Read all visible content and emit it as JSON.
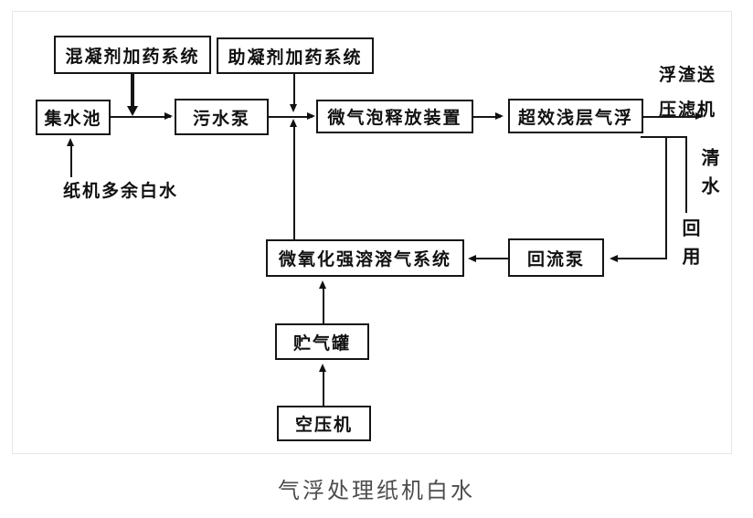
{
  "diagram": {
    "caption": "气浮处理纸机白水",
    "nodes": {
      "coagulant_dosing": {
        "label": "混凝剂加药系统"
      },
      "coagulant_aid_dosing": {
        "label": "助凝剂加药系统"
      },
      "collection_pool": {
        "label": "集水池"
      },
      "sewage_pump": {
        "label": "污水泵"
      },
      "microbubble_release": {
        "label": "微气泡释放装置"
      },
      "shallow_daf": {
        "label": "超效浅层气浮"
      },
      "dissolved_air_system": {
        "label": "微氧化强溶溶气系统"
      },
      "reflux_pump": {
        "label": "回流泵"
      },
      "air_tank": {
        "label": "贮气罐"
      },
      "air_compressor": {
        "label": "空压机"
      }
    },
    "labels": {
      "scum_line1": "浮渣送",
      "scum_line2": "压滤机",
      "clear_water": "清水",
      "reuse": "回用",
      "white_water": "纸机多余白水"
    }
  }
}
